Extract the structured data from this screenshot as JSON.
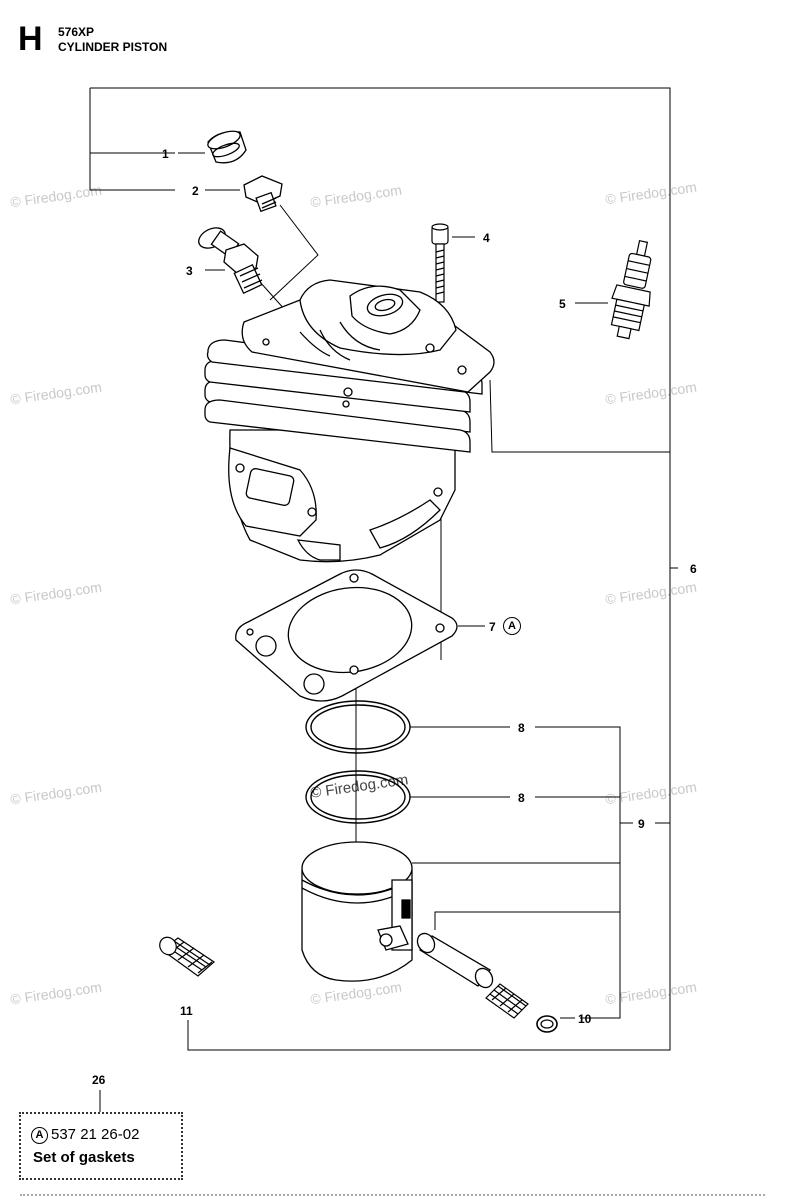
{
  "header": {
    "section_letter": "H",
    "model": "576XP",
    "title": "CYLINDER PISTON"
  },
  "callouts": {
    "c1": "1",
    "c2": "2",
    "c3": "3",
    "c4": "4",
    "c5": "5",
    "c6": "6",
    "c7": "7",
    "c8a": "8",
    "c8b": "8",
    "c9": "9",
    "c10": "10",
    "c11": "11",
    "c26": "26"
  },
  "marker": "A",
  "kit": {
    "part_number": "537 21 26-02",
    "description": "Set of gaskets"
  },
  "watermark": "© Firedog.com"
}
